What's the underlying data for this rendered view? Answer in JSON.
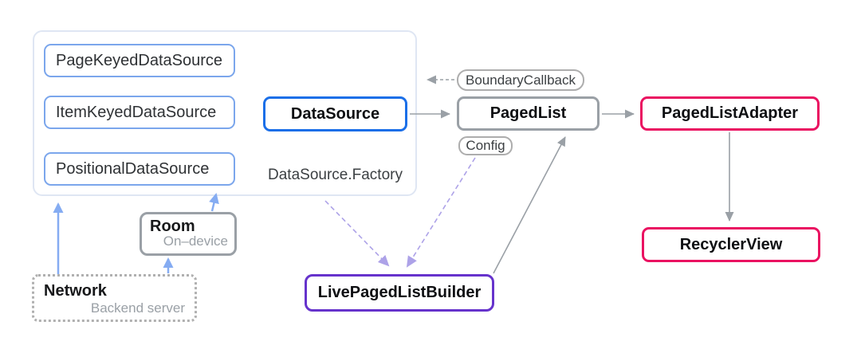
{
  "diagram": {
    "nodes": {
      "pageKeyedDataSource": {
        "label": "PageKeyedDataSource"
      },
      "itemKeyedDataSource": {
        "label": "ItemKeyedDataSource"
      },
      "positionalDataSource": {
        "label": "PositionalDataSource"
      },
      "dataSource": {
        "label": "DataSource"
      },
      "dataSourceFactory": {
        "label": "DataSource.Factory"
      },
      "boundaryCallback": {
        "label": "BoundaryCallback"
      },
      "pagedList": {
        "label": "PagedList"
      },
      "config": {
        "label": "Config"
      },
      "pagedListAdapter": {
        "label": "PagedListAdapter"
      },
      "recyclerView": {
        "label": "RecyclerView"
      },
      "livePagedListBuilder": {
        "label": "LivePagedListBuilder"
      },
      "room": {
        "label": "Room",
        "sublabel": "On–device"
      },
      "network": {
        "label": "Network",
        "sublabel": "Backend server"
      }
    },
    "edges": [
      {
        "from": "dataSource",
        "to": "pagedList",
        "style": "solid-gray"
      },
      {
        "from": "pagedList",
        "to": "pagedListAdapter",
        "style": "solid-gray"
      },
      {
        "from": "pagedListAdapter",
        "to": "recyclerView",
        "style": "solid-gray"
      },
      {
        "from": "livePagedListBuilder",
        "to": "pagedList",
        "style": "solid-gray"
      },
      {
        "from": "boundaryCallback",
        "to": "dataSourceGroup",
        "style": "dashed-gray"
      },
      {
        "from": "dataSourceFactory",
        "to": "livePagedListBuilder",
        "style": "dashed-purple"
      },
      {
        "from": "config",
        "to": "livePagedListBuilder",
        "style": "dashed-purple"
      },
      {
        "from": "network",
        "to": "dataSourceGroup",
        "style": "solid-blue"
      },
      {
        "from": "network",
        "to": "room",
        "style": "solid-blue"
      },
      {
        "from": "room",
        "to": "positionalDataSource",
        "style": "solid-blue"
      }
    ],
    "colors": {
      "blueStrong": "#1b6fe8",
      "blueLight": "#7ba6ec",
      "arrowBlue": "#85acf2",
      "grayBorder": "#9aa0a6",
      "pillBorder": "#adadad",
      "pink": "#ea1261",
      "purple": "#6633cc",
      "purpleDashed": "#ada2e8",
      "arrowGray": "#9aa0a6",
      "subtextGray": "#9aa0a6",
      "containerBorder": "#dfe6f3"
    }
  }
}
